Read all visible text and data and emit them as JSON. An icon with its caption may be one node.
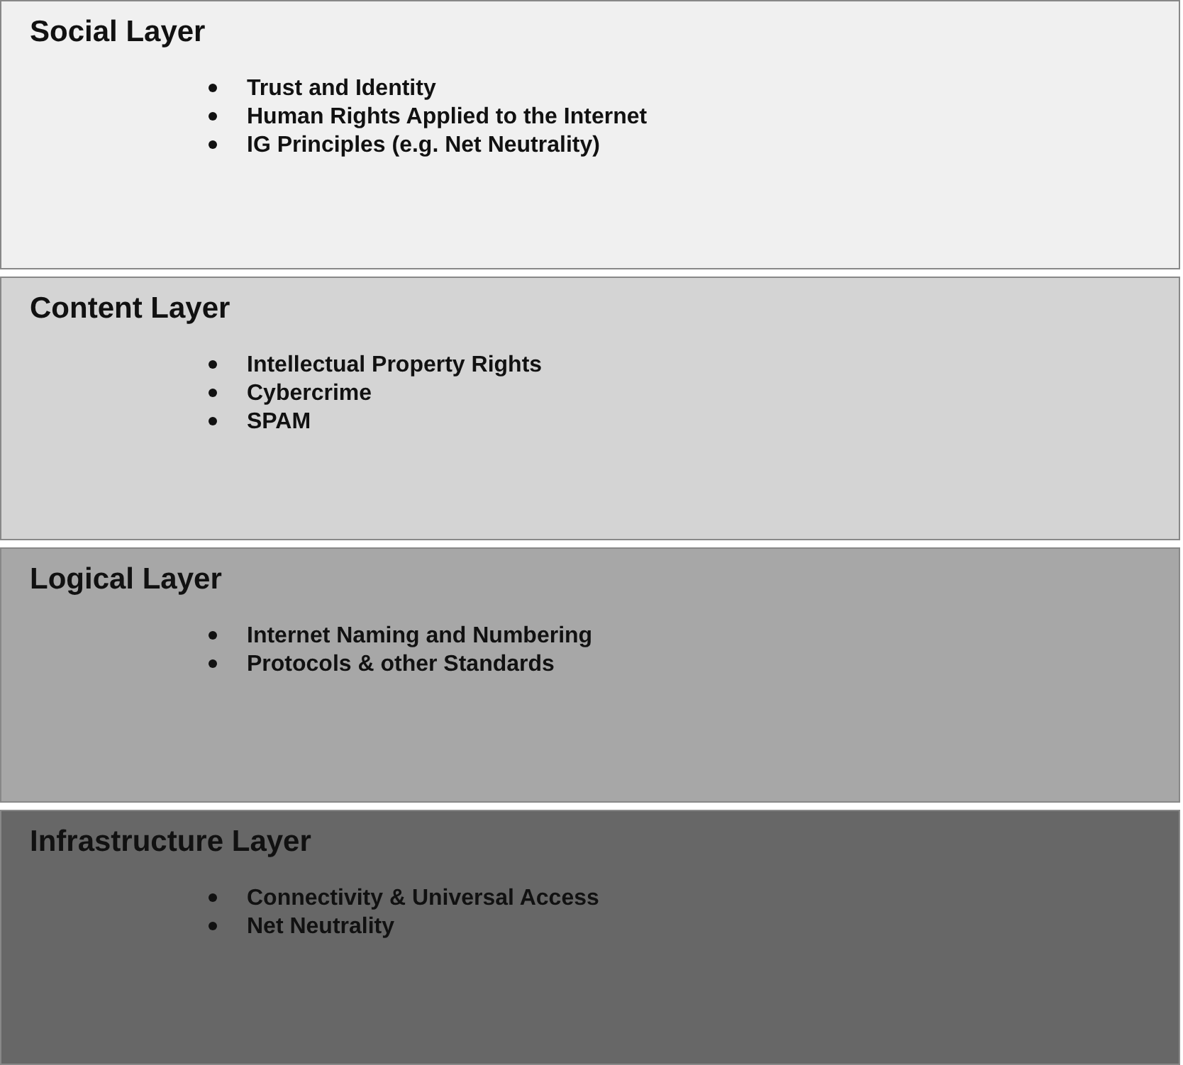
{
  "diagram": {
    "nodes": [
      {
        "text": [
          "Social Layer",
          "Trust and Identity",
          "Human Rights Applied to the Internet",
          "IG Principles (e.g. Net Neutrality)"
        ]
      },
      {
        "text": [
          "Content Layer",
          "Intellectual Property Rights",
          "Cybercrime",
          "SPAM"
        ]
      },
      {
        "text": [
          "Logical Layer",
          "Internet Naming and Numbering",
          "Protocols & other Standards"
        ]
      },
      {
        "text": [
          "Infrastructure Layer",
          "Connectivity & Universal Access",
          "Net Neutrality"
        ]
      }
    ]
  }
}
